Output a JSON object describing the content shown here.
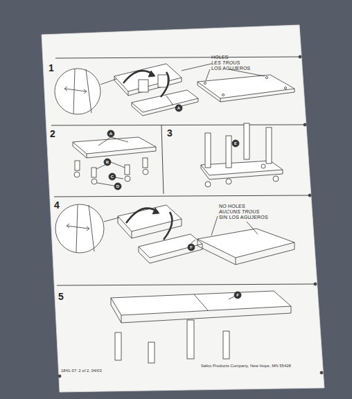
{
  "diagram": {
    "labels": [
      "1",
      "HOLES",
      "LES TROUS",
      "LOS AGUJEROS",
      "A",
      "2",
      "A",
      "B",
      "C",
      "D",
      "3",
      "E",
      "4",
      "NO HOLES",
      "AUCUNS TROUS",
      "SIN LOS AGUJEROS",
      "F",
      "5",
      "F",
      "1841-37: 2 of 2, 04/03",
      "Safco Products Company, New Hope, MN 55428"
    ]
  }
}
